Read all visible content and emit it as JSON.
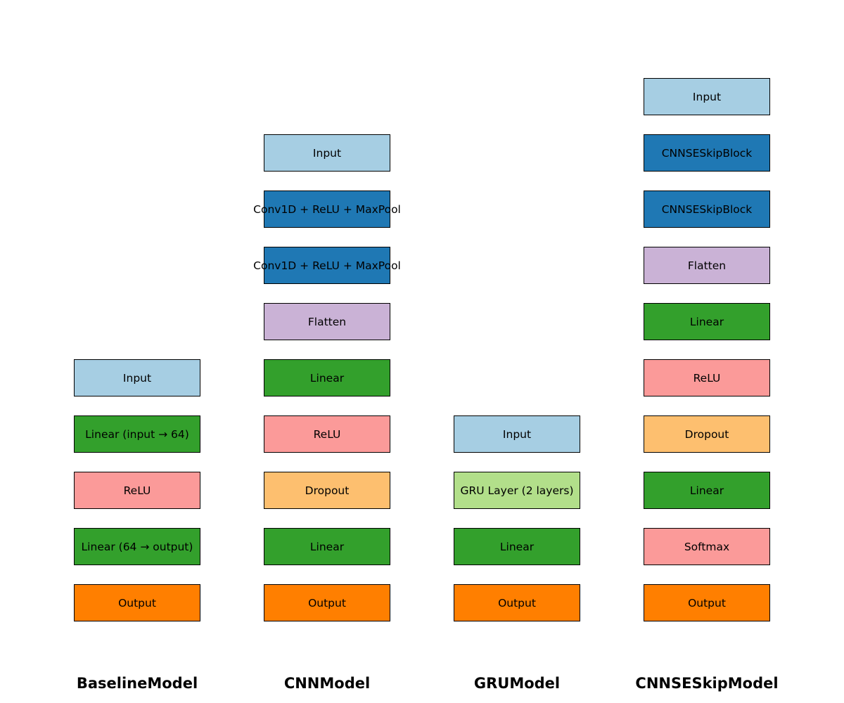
{
  "colors": {
    "input": "#a6cee3",
    "conv": "#1f78b4",
    "gru": "#b2df8a",
    "linear": "#33a02c",
    "activation": "#fb9a99",
    "dropout": "#fdbf6f",
    "output": "#ff7f00",
    "flatten": "#cab2d6"
  },
  "models": [
    {
      "name": "BaselineModel",
      "layers": [
        {
          "label": "Input",
          "kind": "input"
        },
        {
          "label": "Linear (input → 64)",
          "kind": "linear"
        },
        {
          "label": "ReLU",
          "kind": "activation"
        },
        {
          "label": "Linear (64 → output)",
          "kind": "linear"
        },
        {
          "label": "Output",
          "kind": "output"
        }
      ]
    },
    {
      "name": "CNNModel",
      "layers": [
        {
          "label": "Input",
          "kind": "input"
        },
        {
          "label": "Conv1D + ReLU + MaxPool",
          "kind": "conv"
        },
        {
          "label": "Conv1D + ReLU + MaxPool",
          "kind": "conv"
        },
        {
          "label": "Flatten",
          "kind": "flatten"
        },
        {
          "label": "Linear",
          "kind": "linear"
        },
        {
          "label": "ReLU",
          "kind": "activation"
        },
        {
          "label": "Dropout",
          "kind": "dropout"
        },
        {
          "label": "Linear",
          "kind": "linear"
        },
        {
          "label": "Output",
          "kind": "output"
        }
      ]
    },
    {
      "name": "GRUModel",
      "layers": [
        {
          "label": "Input",
          "kind": "input"
        },
        {
          "label": "GRU Layer (2 layers)",
          "kind": "gru"
        },
        {
          "label": "Linear",
          "kind": "linear"
        },
        {
          "label": "Output",
          "kind": "output"
        }
      ]
    },
    {
      "name": "CNNSESkipModel",
      "layers": [
        {
          "label": "Input",
          "kind": "input"
        },
        {
          "label": "CNNSESkipBlock",
          "kind": "conv"
        },
        {
          "label": "CNNSESkipBlock",
          "kind": "conv"
        },
        {
          "label": "Flatten",
          "kind": "flatten"
        },
        {
          "label": "Linear",
          "kind": "linear"
        },
        {
          "label": "ReLU",
          "kind": "activation"
        },
        {
          "label": "Dropout",
          "kind": "dropout"
        },
        {
          "label": "Linear",
          "kind": "linear"
        },
        {
          "label": "Softmax",
          "kind": "activation"
        },
        {
          "label": "Output",
          "kind": "output"
        }
      ]
    }
  ]
}
